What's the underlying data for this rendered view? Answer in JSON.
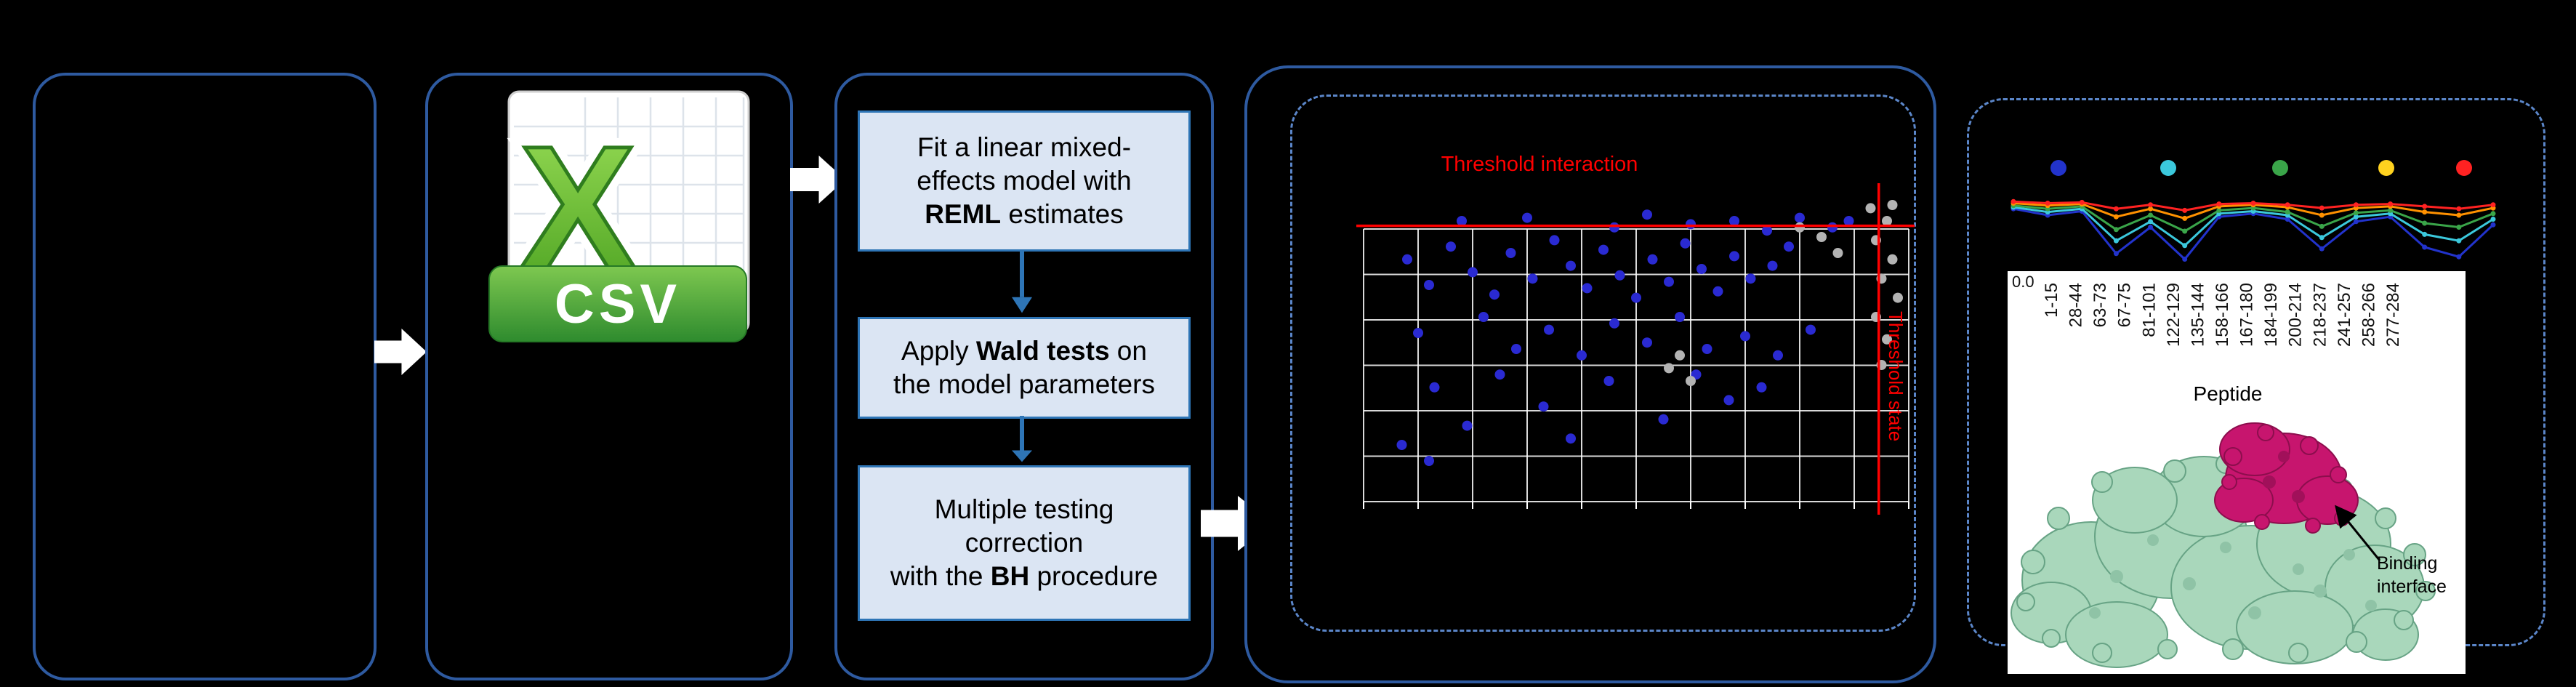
{
  "flowchart": {
    "steps": [
      {
        "lines": [
          [
            {
              "t": "Fit a linear mixed-"
            }
          ],
          [
            {
              "t": "effects model with"
            }
          ],
          [
            {
              "t": "REML",
              "b": true
            },
            {
              "t": " estimates"
            }
          ]
        ]
      },
      {
        "lines": [
          [
            {
              "t": "Apply "
            },
            {
              "t": "Wald tests",
              "b": true
            },
            {
              "t": " on"
            }
          ],
          [
            {
              "t": "the model parameters"
            }
          ]
        ]
      },
      {
        "lines": [
          [
            {
              "t": "Multiple testing"
            }
          ],
          [
            {
              "t": "correction"
            }
          ],
          [
            {
              "t": "with the "
            },
            {
              "t": "BH",
              "b": true
            },
            {
              "t": " procedure"
            }
          ]
        ]
      }
    ]
  },
  "csv_icon": {
    "letter": "X",
    "label": "CSV"
  },
  "structure": {
    "label_lines": [
      "Binding",
      "interface"
    ]
  },
  "colors": {
    "panel_border": "#2e5aa0",
    "dashed_border": "#5b86c9",
    "step_fill": "#dbe5f3",
    "step_border": "#2e75b6",
    "threshold_red": "#ff0000",
    "scatter_blue": "#2a2ad2",
    "scatter_gray": "#b3b3b3",
    "csv_green": "#4ea32a"
  },
  "chart_data": [
    {
      "id": "volcano",
      "type": "scatter",
      "title": "Threshold interaction",
      "x_threshold_label": "Threshold state",
      "threshold_line_color": "#ff0000",
      "hline_frac": 0.115,
      "vline_frac": 0.945,
      "grid": {
        "v": 11,
        "h": 7
      },
      "xlabel": "",
      "ylabel": "",
      "series": [
        {
          "name": "blue",
          "color": "#2a2ad2",
          "points": [
            [
              0.18,
              0.1
            ],
            [
              0.3,
              0.09
            ],
            [
              0.46,
              0.12
            ],
            [
              0.52,
              0.08
            ],
            [
              0.6,
              0.11
            ],
            [
              0.68,
              0.1
            ],
            [
              0.74,
              0.13
            ],
            [
              0.8,
              0.09
            ],
            [
              0.86,
              0.12
            ],
            [
              0.89,
              0.1
            ],
            [
              0.08,
              0.22
            ],
            [
              0.12,
              0.3
            ],
            [
              0.16,
              0.18
            ],
            [
              0.2,
              0.26
            ],
            [
              0.24,
              0.33
            ],
            [
              0.27,
              0.2
            ],
            [
              0.31,
              0.28
            ],
            [
              0.35,
              0.16
            ],
            [
              0.38,
              0.24
            ],
            [
              0.41,
              0.31
            ],
            [
              0.44,
              0.19
            ],
            [
              0.47,
              0.27
            ],
            [
              0.5,
              0.34
            ],
            [
              0.53,
              0.22
            ],
            [
              0.56,
              0.29
            ],
            [
              0.59,
              0.17
            ],
            [
              0.62,
              0.25
            ],
            [
              0.65,
              0.32
            ],
            [
              0.68,
              0.21
            ],
            [
              0.71,
              0.28
            ],
            [
              0.75,
              0.24
            ],
            [
              0.78,
              0.18
            ],
            [
              0.1,
              0.45
            ],
            [
              0.22,
              0.4
            ],
            [
              0.28,
              0.5
            ],
            [
              0.34,
              0.44
            ],
            [
              0.4,
              0.52
            ],
            [
              0.46,
              0.42
            ],
            [
              0.52,
              0.48
            ],
            [
              0.58,
              0.4
            ],
            [
              0.63,
              0.5
            ],
            [
              0.7,
              0.46
            ],
            [
              0.76,
              0.52
            ],
            [
              0.82,
              0.44
            ],
            [
              0.07,
              0.8
            ],
            [
              0.13,
              0.62
            ],
            [
              0.19,
              0.74
            ],
            [
              0.25,
              0.58
            ],
            [
              0.33,
              0.68
            ],
            [
              0.45,
              0.6
            ],
            [
              0.55,
              0.72
            ],
            [
              0.61,
              0.58
            ],
            [
              0.67,
              0.66
            ],
            [
              0.73,
              0.62
            ],
            [
              0.12,
              0.85
            ],
            [
              0.38,
              0.78
            ]
          ]
        },
        {
          "name": "gray",
          "color": "#b3b3b3",
          "points": [
            [
              0.93,
              0.06
            ],
            [
              0.96,
              0.1
            ],
            [
              0.94,
              0.16
            ],
            [
              0.97,
              0.22
            ],
            [
              0.95,
              0.28
            ],
            [
              0.98,
              0.34
            ],
            [
              0.94,
              0.4
            ],
            [
              0.96,
              0.47
            ],
            [
              0.95,
              0.55
            ],
            [
              0.97,
              0.05
            ],
            [
              0.84,
              0.15
            ],
            [
              0.87,
              0.2
            ],
            [
              0.8,
              0.12
            ],
            [
              0.56,
              0.56
            ],
            [
              0.6,
              0.6
            ],
            [
              0.58,
              0.52
            ]
          ]
        }
      ]
    },
    {
      "id": "uptake",
      "type": "line",
      "categories": [
        "1-15",
        "28-44",
        "63-73",
        "67-75",
        "81-101",
        "122-129",
        "135-144",
        "158-166",
        "167-180",
        "184-199",
        "200-214",
        "218-237",
        "241-257",
        "258-266",
        "277-284"
      ],
      "xlabel": "Peptide",
      "y_tick_label": "0.0",
      "ylim": [
        0,
        1
      ],
      "legend_colors": [
        "#2233cc",
        "#3bc8dc",
        "#3aa549",
        "#ffd21f",
        "#ff2222"
      ],
      "series": [
        {
          "name": "blue",
          "color": "#2233cc",
          "values": [
            0.78,
            0.7,
            0.75,
            0.22,
            0.55,
            0.15,
            0.68,
            0.72,
            0.65,
            0.28,
            0.62,
            0.68,
            0.3,
            0.18,
            0.58
          ]
        },
        {
          "name": "cyan",
          "color": "#3bc8dc",
          "values": [
            0.8,
            0.74,
            0.78,
            0.38,
            0.62,
            0.32,
            0.72,
            0.75,
            0.7,
            0.42,
            0.68,
            0.72,
            0.46,
            0.38,
            0.65
          ]
        },
        {
          "name": "green",
          "color": "#3aa549",
          "values": [
            0.82,
            0.78,
            0.81,
            0.52,
            0.7,
            0.5,
            0.76,
            0.79,
            0.74,
            0.56,
            0.73,
            0.76,
            0.6,
            0.55,
            0.72
          ]
        },
        {
          "name": "orange",
          "color": "#ff9100",
          "values": [
            0.85,
            0.82,
            0.84,
            0.68,
            0.78,
            0.66,
            0.81,
            0.83,
            0.8,
            0.7,
            0.79,
            0.81,
            0.74,
            0.7,
            0.79
          ]
        },
        {
          "name": "red",
          "color": "#ff2222",
          "values": [
            0.87,
            0.85,
            0.86,
            0.78,
            0.83,
            0.76,
            0.84,
            0.85,
            0.83,
            0.79,
            0.83,
            0.84,
            0.81,
            0.78,
            0.83
          ]
        }
      ]
    }
  ]
}
